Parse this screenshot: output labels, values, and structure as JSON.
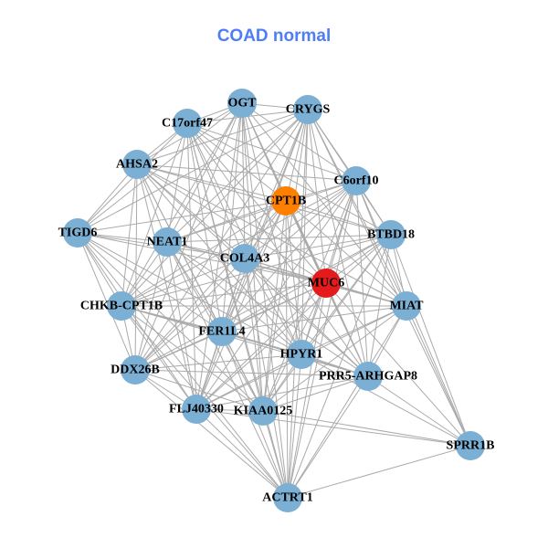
{
  "title": "COAD normal",
  "colors": {
    "default": "#7bafd4",
    "highlight_orange": "#ff7f00",
    "highlight_red": "#e41a1c",
    "edge": "#aaaaaa",
    "title": "#4f7ef4"
  },
  "nodes": [
    {
      "label": "OGT",
      "color": "default"
    },
    {
      "label": "CRYGS",
      "color": "default"
    },
    {
      "label": "C17orf47",
      "color": "default"
    },
    {
      "label": "AHSA2",
      "color": "default"
    },
    {
      "label": "C6orf10",
      "color": "default"
    },
    {
      "label": "CPT1B",
      "color": "highlight_orange"
    },
    {
      "label": "TIGD6",
      "color": "default"
    },
    {
      "label": "NEAT1",
      "color": "default"
    },
    {
      "label": "BTBD18",
      "color": "default"
    },
    {
      "label": "COL4A3",
      "color": "default"
    },
    {
      "label": "MUC6",
      "color": "highlight_red"
    },
    {
      "label": "MIAT",
      "color": "default"
    },
    {
      "label": "CHKB-CPT1B",
      "color": "default"
    },
    {
      "label": "FER1L4",
      "color": "default"
    },
    {
      "label": "HPYR1",
      "color": "default"
    },
    {
      "label": "DDX26B",
      "color": "default"
    },
    {
      "label": "PRR5-ARHGAP8",
      "color": "default"
    },
    {
      "label": "FLJ40330",
      "color": "default"
    },
    {
      "label": "KIAA0125",
      "color": "default"
    },
    {
      "label": "SPRR1B",
      "color": "default"
    },
    {
      "label": "ACTRT1",
      "color": "default"
    }
  ],
  "adjacency": {
    "0": [
      1,
      2,
      3,
      4,
      5,
      6,
      7,
      9,
      10,
      11,
      12,
      13,
      14,
      15,
      16,
      17,
      18,
      20
    ],
    "1": [
      2,
      3,
      4,
      5,
      6,
      7,
      8,
      9,
      10,
      11,
      12,
      13,
      14,
      15,
      16,
      17,
      18,
      19,
      20
    ],
    "2": [
      3,
      4,
      5,
      6,
      7,
      8,
      9,
      10,
      12,
      13,
      14,
      16,
      17,
      18,
      20
    ],
    "3": [
      4,
      5,
      6,
      7,
      8,
      9,
      10,
      11,
      12,
      13,
      14,
      15,
      16,
      17,
      18
    ],
    "4": [
      5,
      7,
      8,
      9,
      10,
      11,
      12,
      13,
      14,
      15,
      16,
      17,
      18,
      19,
      20
    ],
    "5": [
      6,
      7,
      8,
      9,
      10,
      11,
      12,
      13,
      14,
      15,
      16,
      17,
      18,
      20
    ],
    "6": [
      7,
      9,
      10,
      12,
      13,
      14,
      15,
      17,
      18,
      20
    ],
    "7": [
      8,
      9,
      10,
      11,
      12,
      13,
      14,
      15,
      16,
      17,
      18,
      20
    ],
    "8": [
      9,
      10,
      11,
      12,
      13,
      14,
      15,
      16,
      17,
      18,
      19,
      20
    ],
    "9": [
      10,
      11,
      12,
      13,
      14,
      15,
      16,
      17,
      18,
      20
    ],
    "10": [
      11,
      12,
      13,
      14,
      15,
      16,
      17,
      18,
      19,
      20
    ],
    "11": [
      12,
      13,
      14,
      16,
      17,
      18,
      19,
      20
    ],
    "12": [
      13,
      14,
      15,
      16,
      17,
      18,
      20
    ],
    "13": [
      14,
      15,
      16,
      17,
      18,
      20
    ],
    "14": [
      15,
      16,
      17,
      18,
      19,
      20
    ],
    "15": [
      16,
      17,
      18,
      20
    ],
    "16": [
      17,
      18,
      19,
      20
    ],
    "17": [
      18,
      19,
      20
    ],
    "18": [
      19,
      20
    ],
    "19": [
      20
    ]
  }
}
